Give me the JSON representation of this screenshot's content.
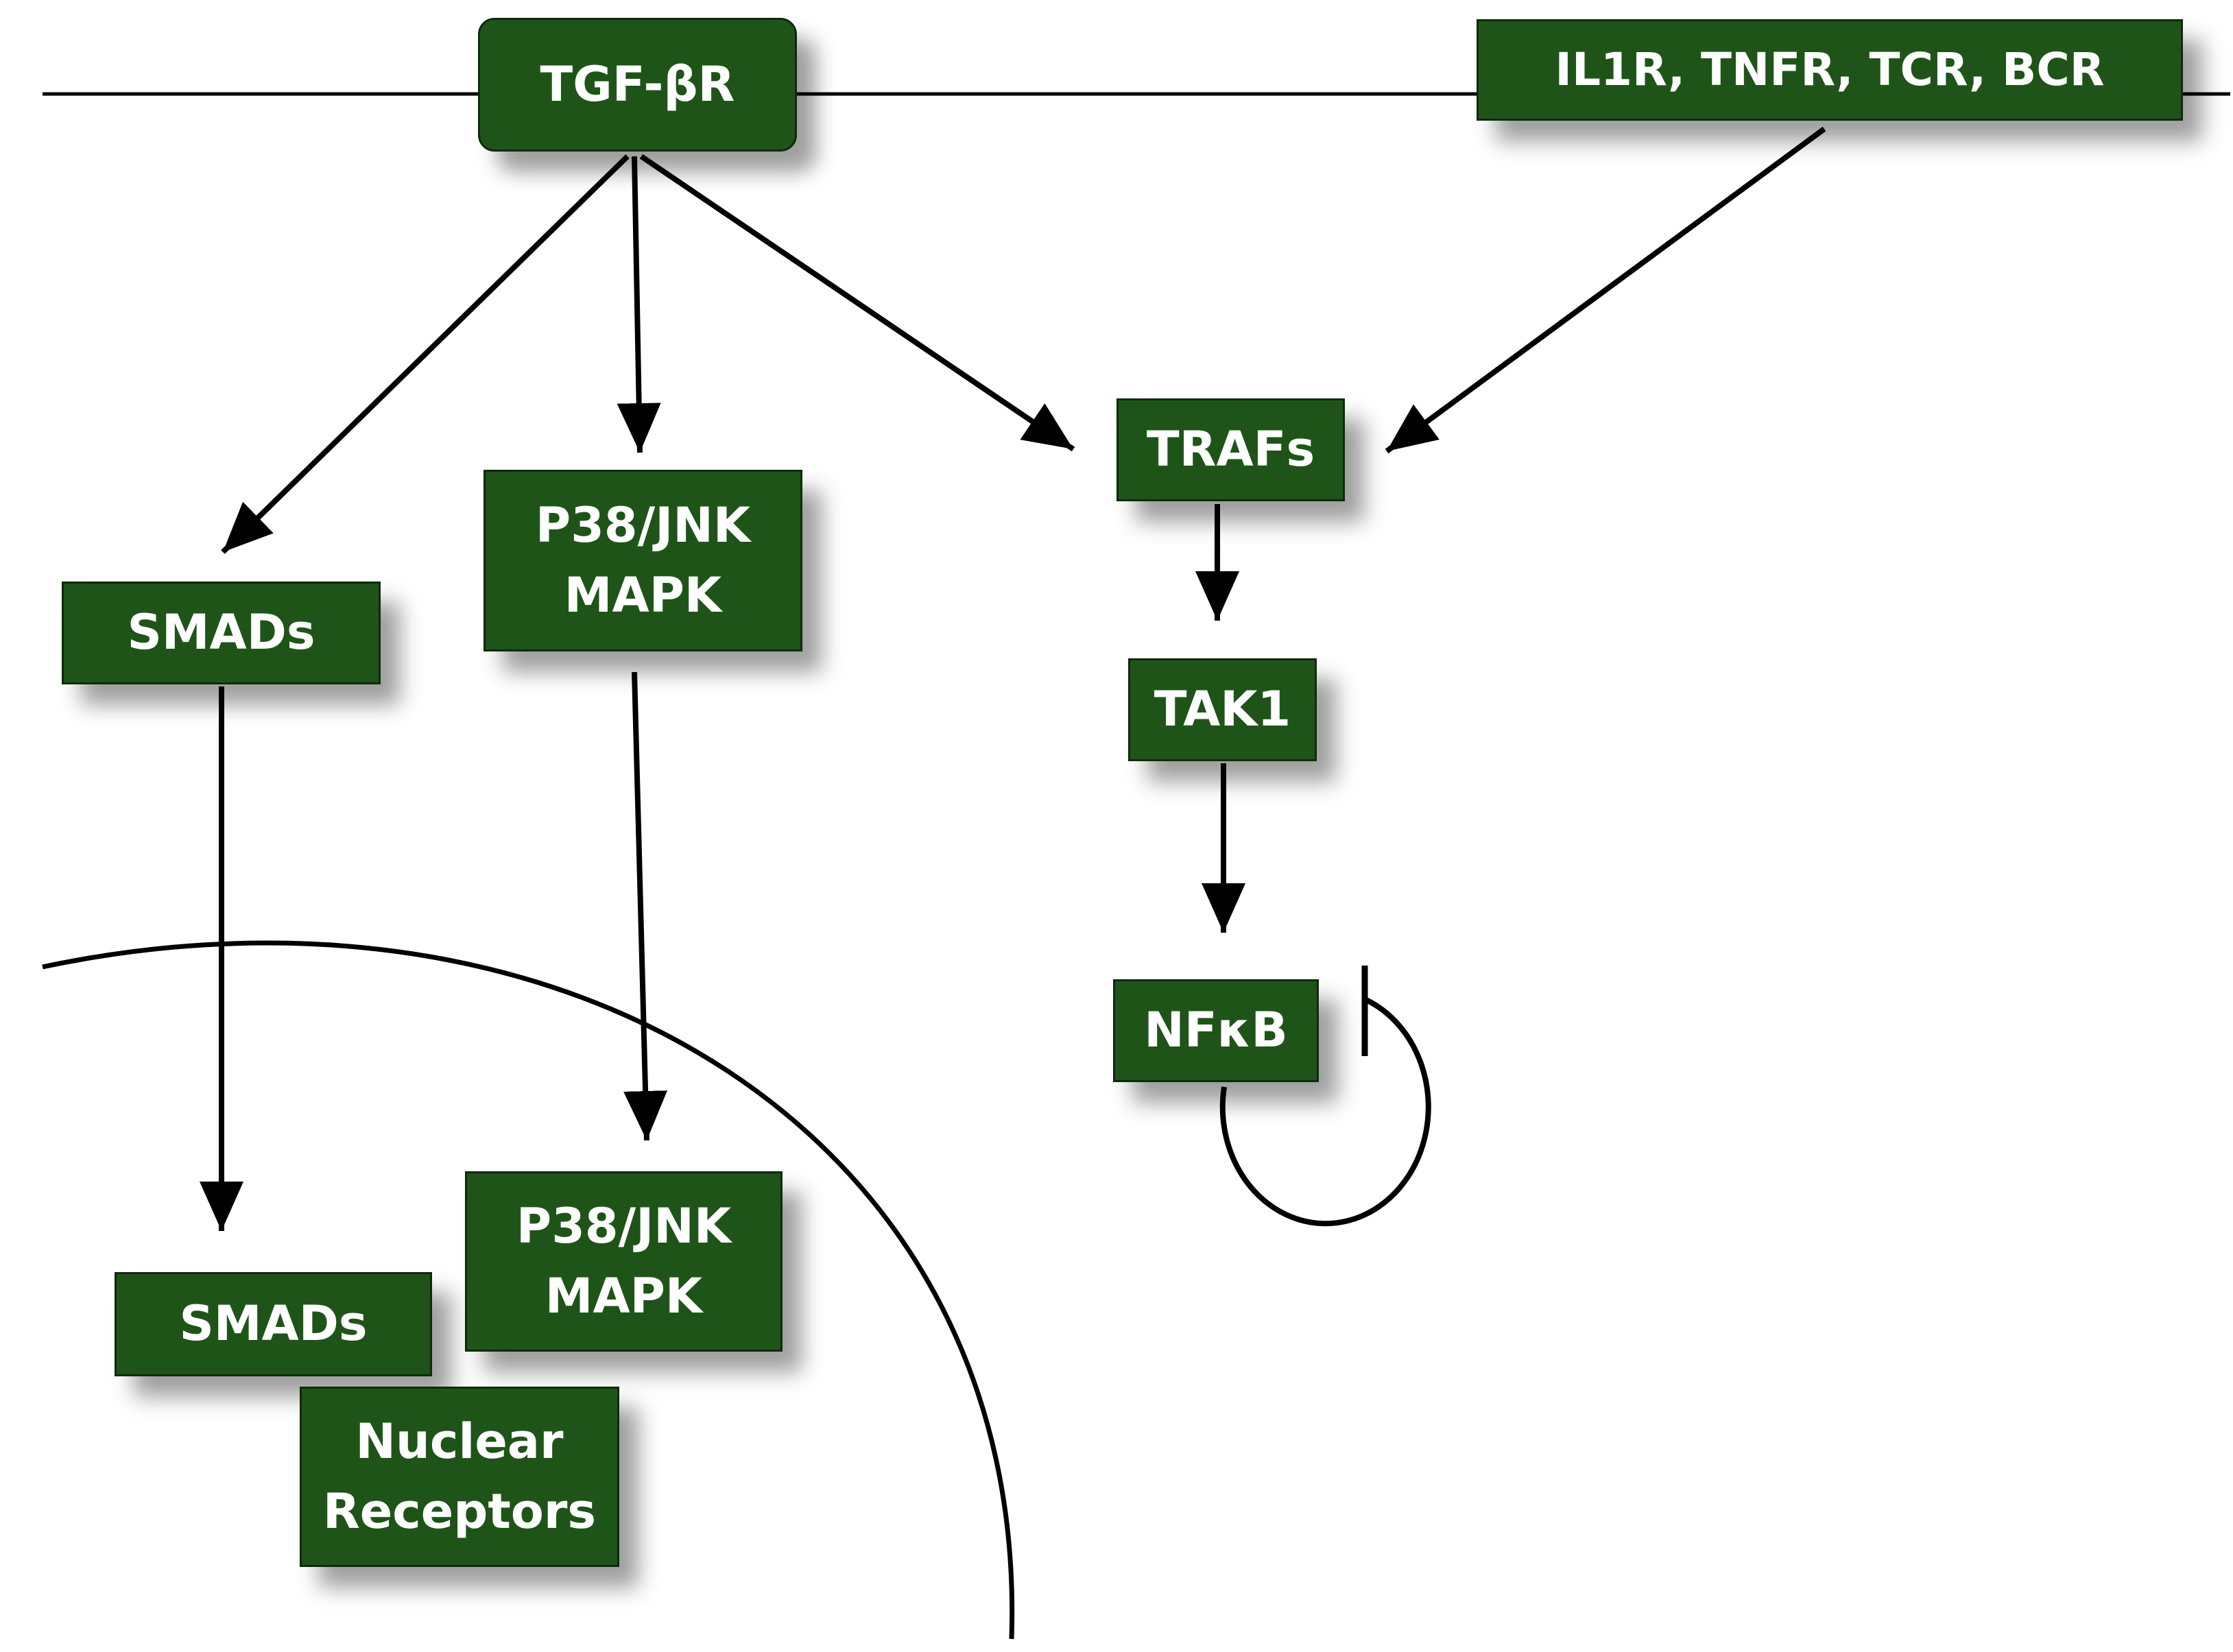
{
  "nodes": {
    "tgfbr": {
      "label": "TGF-βR"
    },
    "il1r": {
      "label": "IL1R, TNFR, TCR, BCR"
    },
    "smads_cyto": {
      "label": "SMADs"
    },
    "p38_cyto": {
      "line1": "P38/JNK",
      "line2": "MAPK"
    },
    "trafs": {
      "label": "TRAFs"
    },
    "tak1": {
      "label": "TAK1"
    },
    "nfkb": {
      "label": "NFκB"
    },
    "smads_nuc": {
      "label": "SMADs"
    },
    "p38_nuc": {
      "line1": "P38/JNK",
      "line2": "MAPK"
    },
    "nuclear_receptors": {
      "line1": "Nuclear",
      "line2": "Receptors"
    }
  },
  "edges": [
    {
      "from": "tgfbr",
      "to": "smads_cyto",
      "type": "activation"
    },
    {
      "from": "tgfbr",
      "to": "p38_cyto",
      "type": "activation"
    },
    {
      "from": "tgfbr",
      "to": "trafs",
      "type": "activation"
    },
    {
      "from": "il1r",
      "to": "trafs",
      "type": "activation"
    },
    {
      "from": "trafs",
      "to": "tak1",
      "type": "activation"
    },
    {
      "from": "tak1",
      "to": "nfkb",
      "type": "activation"
    },
    {
      "from": "smads_cyto",
      "to": "smads_nuc",
      "type": "activation"
    },
    {
      "from": "p38_cyto",
      "to": "p38_nuc",
      "type": "activation"
    },
    {
      "from": "nfkb",
      "to": "nfkb",
      "type": "inhibition"
    }
  ],
  "colors": {
    "node_fill": "#1f5419",
    "node_border": "#0f2a0c",
    "node_text": "#ffffff",
    "line": "#000000"
  }
}
